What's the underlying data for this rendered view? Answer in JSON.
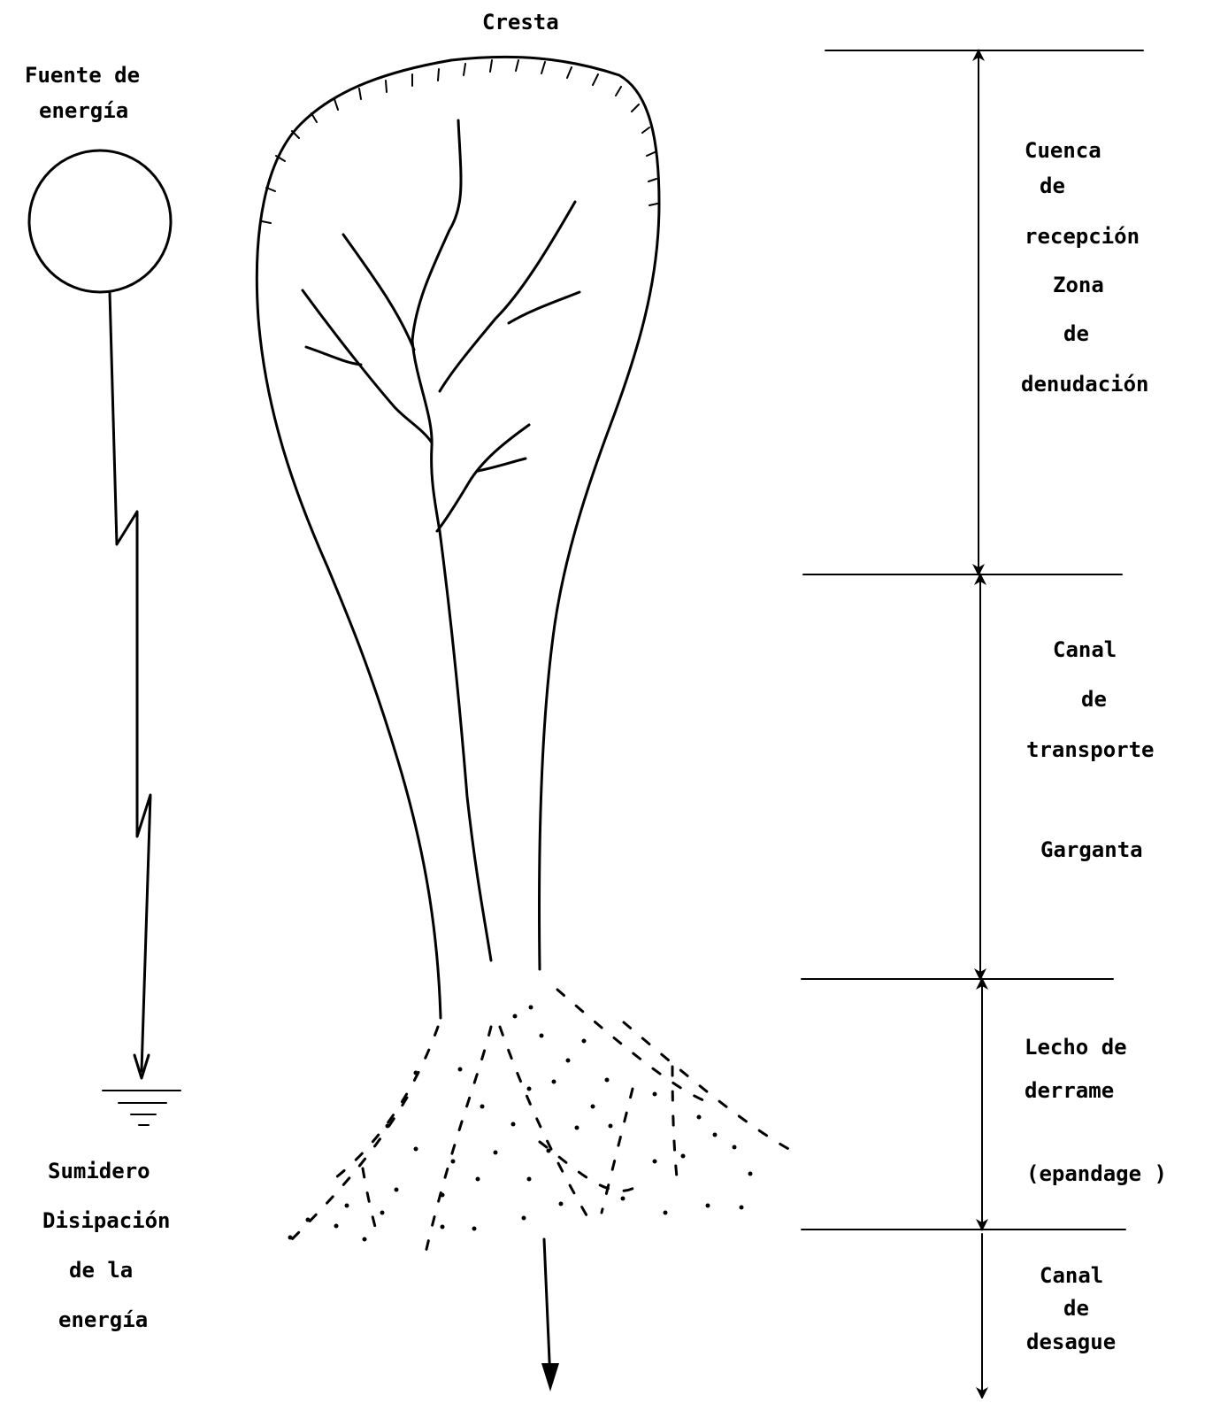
{
  "diagram": {
    "crest_label": "Cresta",
    "energy_source": {
      "line1": "Fuente de",
      "line2": "energía"
    },
    "sink": {
      "line1": "Sumidero",
      "line2": "Disipación",
      "line3": "de la",
      "line4": "energía"
    },
    "zones": {
      "reception": {
        "line1": "Cuenca",
        "line2": "de",
        "line3": "recepción",
        "line4": "Zona",
        "line5": "de",
        "line6": "denudación"
      },
      "transport": {
        "line1": "Canal",
        "line2": "de",
        "line3": "transporte",
        "line4": "Garganta"
      },
      "spill": {
        "line1": "Lecho de",
        "line2": "derrame",
        "line3": "(epandage )"
      },
      "drain": {
        "line1": "Canal",
        "line2": "de",
        "line3": "desague"
      }
    }
  }
}
